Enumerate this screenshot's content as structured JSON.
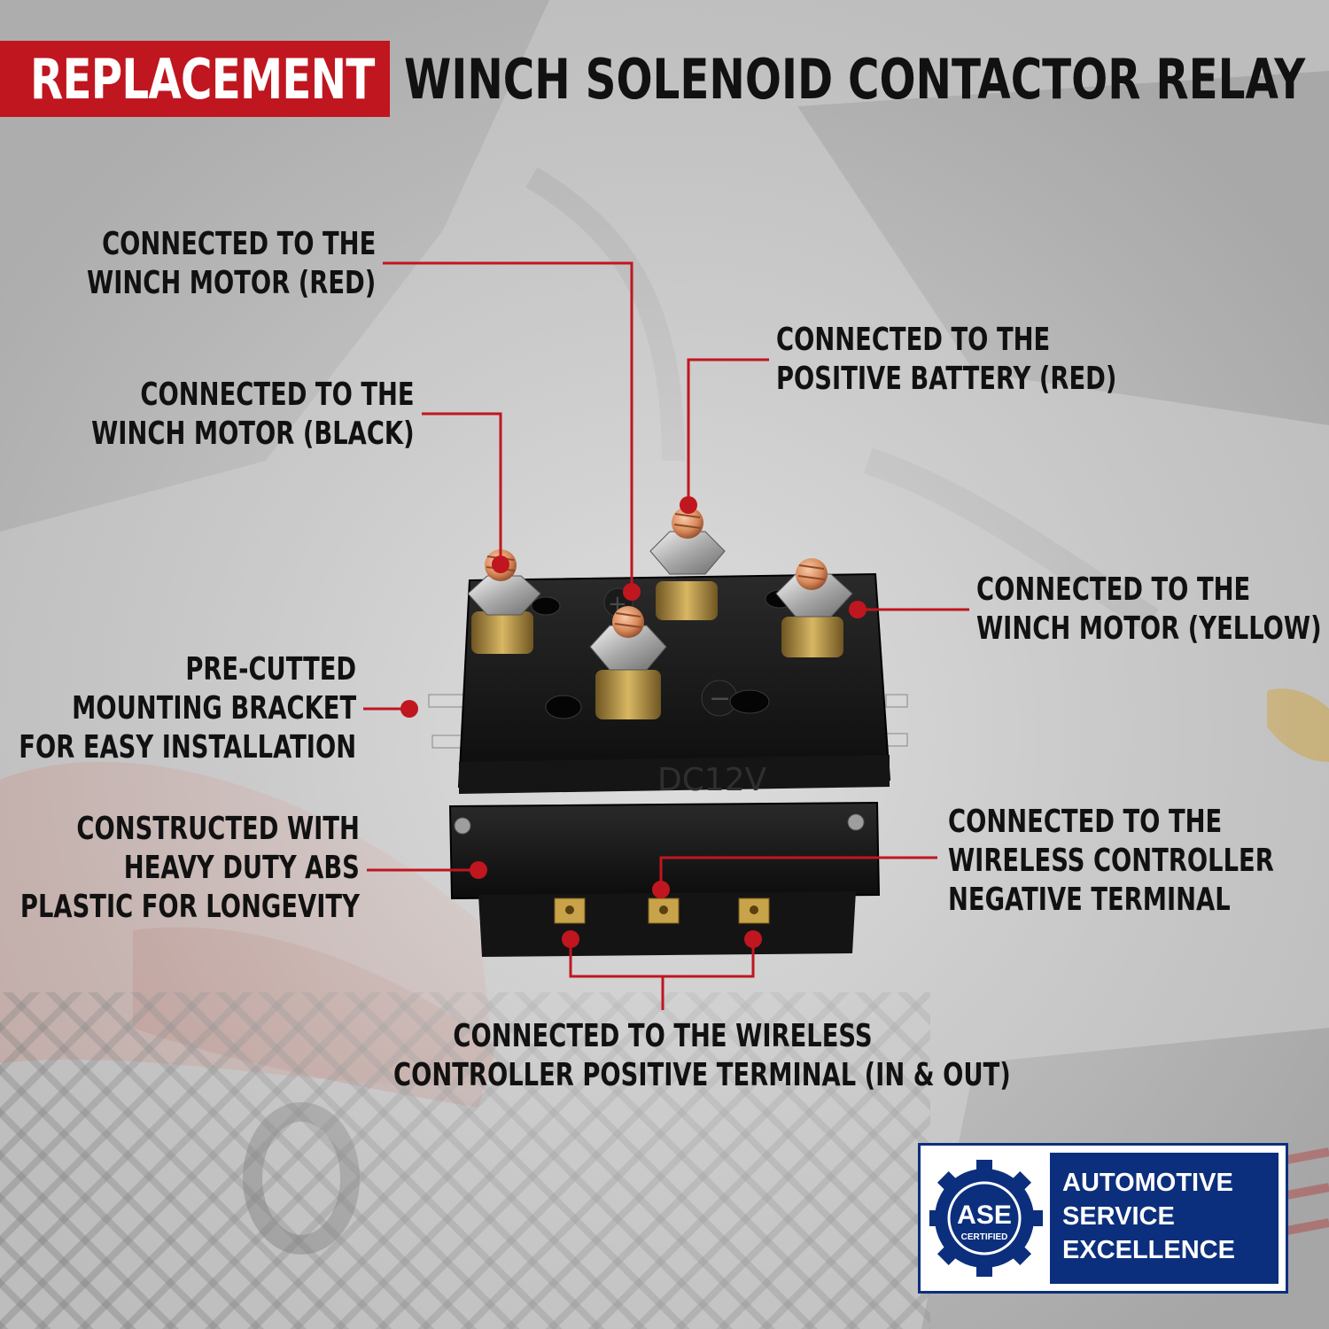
{
  "colors": {
    "accent": "#c0161f",
    "ase": "#0c2f7d",
    "ink": "#111111",
    "photo": "#b5b5b5"
  },
  "header": {
    "highlight": "REPLACEMENT",
    "title": "WINCH SOLENOID CONTACTOR RELAY"
  },
  "product": {
    "voltage_marking": "DC12V",
    "plus_mark": "+",
    "minus_mark": "−"
  },
  "callouts": {
    "motor_red": {
      "line1": "CONNECTED TO THE",
      "line2": "WINCH MOTOR (RED)"
    },
    "motor_black": {
      "line1": "CONNECTED TO THE",
      "line2": "WINCH MOTOR (BLACK)"
    },
    "battery_red": {
      "line1": "CONNECTED TO THE",
      "line2": "POSITIVE BATTERY (RED)"
    },
    "motor_yellow": {
      "line1": "CONNECTED TO THE",
      "line2": "WINCH MOTOR (YELLOW)"
    },
    "bracket": {
      "line1": "PRE-CUTTED",
      "line2": "MOUNTING BRACKET",
      "line3": "FOR EASY INSTALLATION"
    },
    "abs": {
      "line1": "CONSTRUCTED WITH",
      "line2": "HEAVY DUTY ABS",
      "line3": "PLASTIC FOR LONGEVITY"
    },
    "wireless_neg": {
      "line1": "CONNECTED TO THE",
      "line2": "WIRELESS CONTROLLER",
      "line3": "NEGATIVE TERMINAL"
    },
    "wireless_pos": {
      "line1": "CONNECTED TO THE WIRELESS",
      "line2": "CONTROLLER POSITIVE TERMINAL (IN & OUT)"
    }
  },
  "badge": {
    "logo_text": "ASE",
    "logo_sub": "CERTIFIED",
    "line1": "AUTOMOTIVE",
    "line2": "SERVICE",
    "line3": "EXCELLENCE"
  }
}
